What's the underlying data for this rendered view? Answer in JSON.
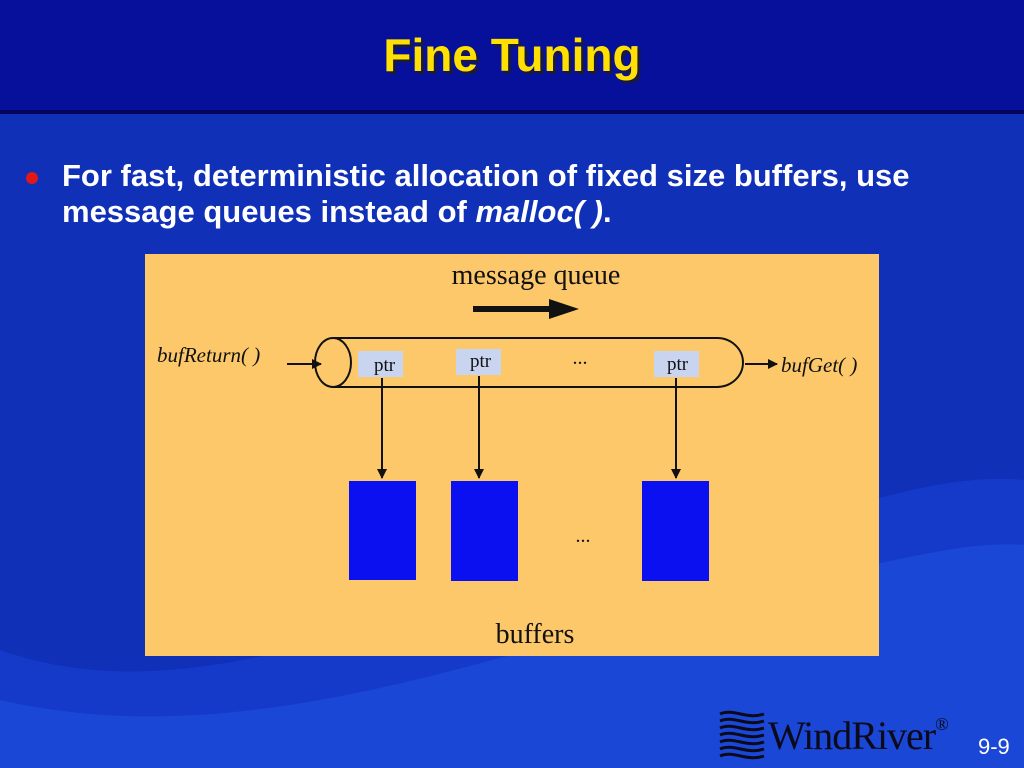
{
  "slide": {
    "title": "Fine Tuning",
    "bullet_prefix": "For fast, deterministic allocation of fixed size buffers, use message queues instead of ",
    "bullet_code": "malloc( )",
    "bullet_suffix": ".",
    "page_number": "9-9"
  },
  "diagram": {
    "queue_label": "message queue",
    "buf_return": "bufReturn( )",
    "buf_get": "bufGet( )",
    "ptr_labels": [
      "ptr",
      "ptr",
      "ptr"
    ],
    "queue_ellipsis": "...",
    "buffers_ellipsis": "...",
    "buffers_label": "buffers"
  },
  "logo": {
    "name": "WindRiver",
    "mark": "®"
  },
  "colors": {
    "background": "#1030b8",
    "header": "#06109a",
    "title": "#ffe000",
    "panel": "#fcc86a",
    "ptr_box": "#c8d4f0",
    "buffer": "#0a10f0",
    "bullet_dot": "#e01818"
  }
}
